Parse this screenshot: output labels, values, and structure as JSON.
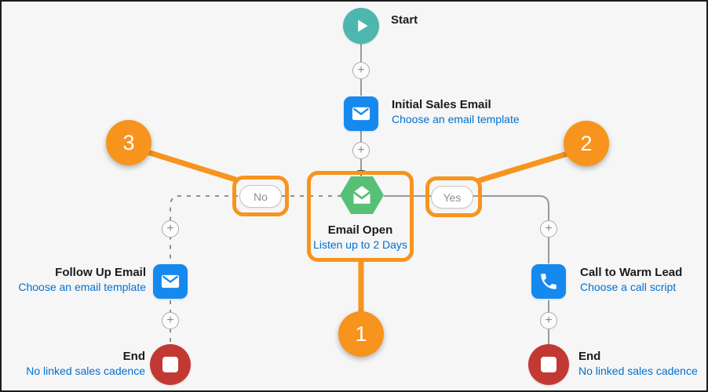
{
  "canvas": {
    "background": "#f6f6f6"
  },
  "colors": {
    "accent_orange": "#F7941E",
    "action_blue": "#1589EE",
    "link_blue": "#0070D2",
    "start_teal": "#4DB6AE",
    "listener_green": "#56C176",
    "end_red": "#C23934",
    "wire_gray": "#999999"
  },
  "icons": {
    "start": "play-icon",
    "initial_sales_email": "envelope-icon",
    "email_open": "open-envelope-icon",
    "follow_up_email": "envelope-icon",
    "call_to_warm_lead": "phone-icon",
    "end": "stop-icon",
    "add_step": "plus-icon"
  },
  "connectors": {
    "add_label": "+"
  },
  "badges": {
    "no": "No",
    "yes": "Yes"
  },
  "nodes": {
    "start": {
      "label": "Start"
    },
    "initial_sales_email": {
      "title": "Initial Sales Email",
      "subtitle": "Choose an email template"
    },
    "email_open": {
      "title": "Email Open",
      "subtitle": "Listen up to 2 Days"
    },
    "follow_up_email": {
      "title": "Follow Up Email",
      "subtitle": "Choose an email template"
    },
    "end_left": {
      "title": "End",
      "subtitle": "No linked sales cadence"
    },
    "call_to_warm_lead": {
      "title": "Call to Warm Lead",
      "subtitle": "Choose a call script"
    },
    "end_right": {
      "title": "End",
      "subtitle": "No linked sales cadence"
    }
  },
  "callouts": {
    "one": "1",
    "two": "2",
    "three": "3"
  }
}
